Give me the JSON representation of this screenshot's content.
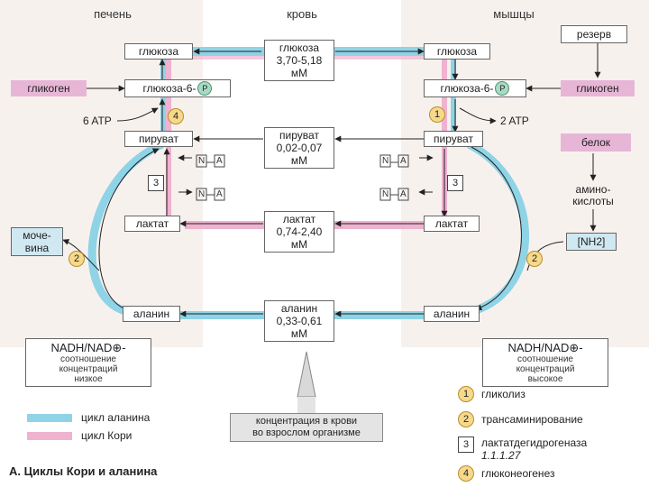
{
  "columns": {
    "liver": "печень",
    "blood": "кровь",
    "muscle": "мышцы"
  },
  "liver": {
    "glucose": "глюкоза",
    "glycogen": "гликоген",
    "glucose6": "глюкоза-6-",
    "p": "P",
    "atp": "6 ATP",
    "pyruvate": "пируват",
    "lactate": "лактат",
    "alanine": "аланин",
    "urea": "моче-\nвина"
  },
  "blood": {
    "glucose": "глюкоза\n3,70-5,18\nмМ",
    "pyruvate": "пируват\n0,02-0,07\nмМ",
    "lactate": "лактат\n0,74-2,40\nмМ",
    "alanine": "аланин\n0,33-0,61\nмМ",
    "callout": "концентрация в крови\nво взрослом организме"
  },
  "muscle": {
    "reserve": "резерв",
    "glucose": "глюкоза",
    "glucose6": "глюкоза-6-",
    "p": "P",
    "glycogen": "гликоген",
    "atp": "2 ATP",
    "pyruvate": "пируват",
    "protein": "белок",
    "amino": "амино-\nкислоты",
    "nh2": "[NH2]",
    "lactate": "лактат",
    "alanine": "аланин"
  },
  "nadh_labels": {
    "n": "N",
    "a": "A"
  },
  "ratio_low": {
    "title": "NADH/NAD⊕-",
    "desc": "соотношение\nконцентраций\nнизкое"
  },
  "ratio_high": {
    "title": "NADH/NAD⊕-",
    "desc": "соотношение\nконцентраций\nвысокое"
  },
  "markers": {
    "one": "1",
    "two": "2",
    "three": "3",
    "four": "4"
  },
  "legend_left": [
    {
      "label": "цикл аланина",
      "color": "#8fd3e6"
    },
    {
      "label": "цикл Кори",
      "color": "#efb2cf"
    }
  ],
  "legend_right": [
    {
      "mark": "1",
      "label": "гликолиз"
    },
    {
      "mark": "2",
      "label": "трансаминирование"
    },
    {
      "mark": "3",
      "label": "лактатдегидрогеназа",
      "sub": "1.1.1.27"
    },
    {
      "mark": "4",
      "label": "глюконеогенез"
    }
  ],
  "caption": "А. Циклы Кори и аланина",
  "colors": {
    "alanine_cycle": "#8fd3e6",
    "cori_cycle": "#efb2cf",
    "marker_fill": "#f6d98a",
    "tag_fill": "#e7b6d6"
  }
}
